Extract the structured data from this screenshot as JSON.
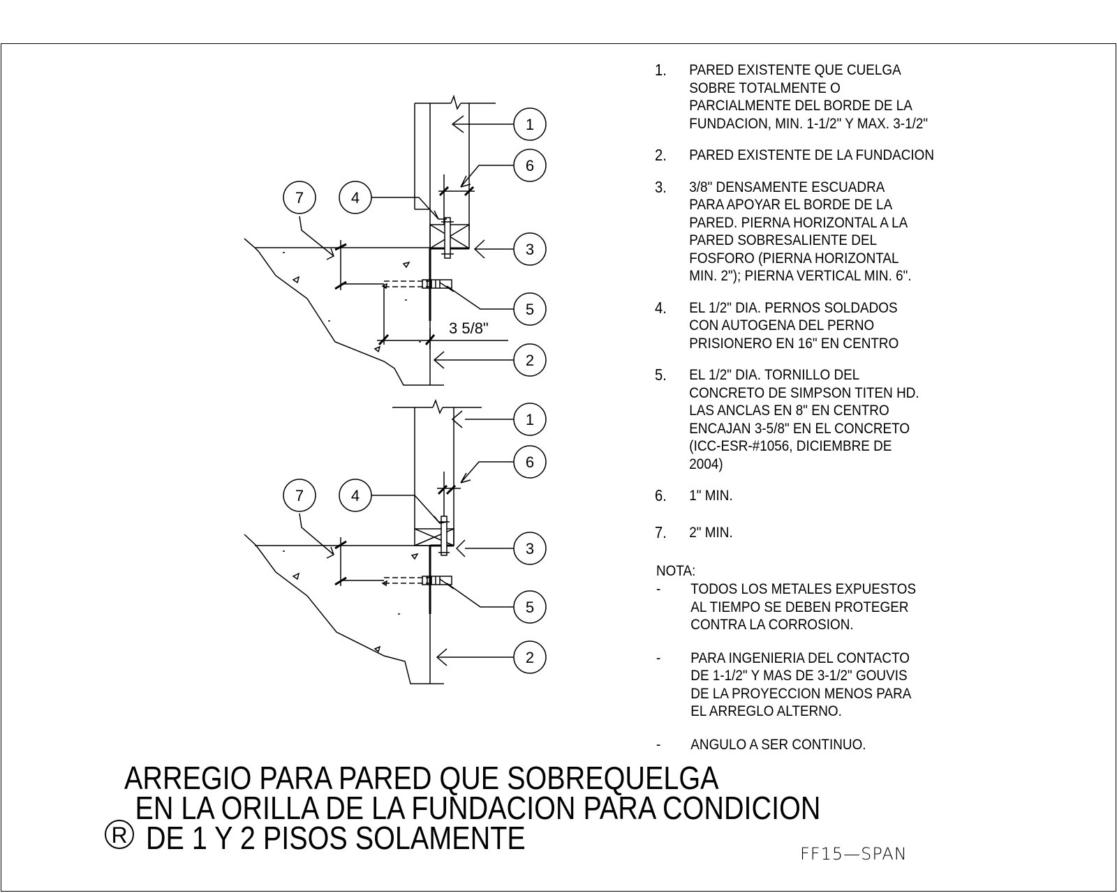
{
  "callouts": [
    "1",
    "6",
    "7",
    "4",
    "3",
    "5",
    "2"
  ],
  "dimension_text": "3 5/8\"",
  "notes": [
    {
      "num": "1.",
      "text": "PARED EXISTENTE QUE CUELGA\nSOBRE TOTALMENTE O\nPARCIALMENTE DEL BORDE DE LA\nFUNDACION, MIN. 1-1/2\" Y MAX. 3-1/2\""
    },
    {
      "num": "2.",
      "text": "PARED EXISTENTE DE LA FUNDACION"
    },
    {
      "num": "3.",
      "text": "3/8\" DENSAMENTE ESCUADRA\nPARA APOYAR EL BORDE DE LA\nPARED. PIERNA HORIZONTAL A LA\nPARED SOBRESALIENTE DEL\nFOSFORO (PIERNA HORIZONTAL\nMIN. 2\"); PIERNA VERTICAL MIN. 6\"."
    },
    {
      "num": "4.",
      "text": "EL 1/2\" DIA. PERNOS SOLDADOS\nCON AUTOGENA DEL PERNO\nPRISIONERO EN 16\" EN CENTRO"
    },
    {
      "num": "5.",
      "text": "EL 1/2\" DIA. TORNILLO DEL\nCONCRETO DE SIMPSON TITEN HD.\nLAS ANCLAS EN 8\" EN CENTRO\nENCAJAN 3-5/8\" EN EL CONCRETO\n(ICC-ESR-#1056, DICIEMBRE DE\n2004)"
    },
    {
      "num": "6.",
      "text": "1\" MIN."
    },
    {
      "num": "7.",
      "text": "2\" MIN."
    }
  ],
  "nota": {
    "label": "NOTA:",
    "items": [
      {
        "dash": "-",
        "text": "TODOS LOS METALES EXPUESTOS\nAL TIEMPO SE DEBEN PROTEGER\nCONTRA LA CORROSION."
      },
      {
        "dash": "-",
        "text": "PARA INGENIERIA DEL CONTACTO\nDE 1-1/2\" Y MAS DE 3-1/2\" GOUVIS\nDE LA PROYECCION MENOS PARA\nEL ARREGLO ALTERNO."
      },
      {
        "dash": "-",
        "text": "ANGULO A SER CONTINUO."
      }
    ]
  },
  "title": {
    "line1": "ARREGIO PARA PARED QUE SOBREQUELGA",
    "line2": "EN LA ORILLA DE LA FUNDACION PARA CONDICION",
    "line3": "DE 1 Y 2 PISOS SOLAMENTE",
    "revision_mark": "R"
  },
  "drawing_id": "FF15—SPAN"
}
